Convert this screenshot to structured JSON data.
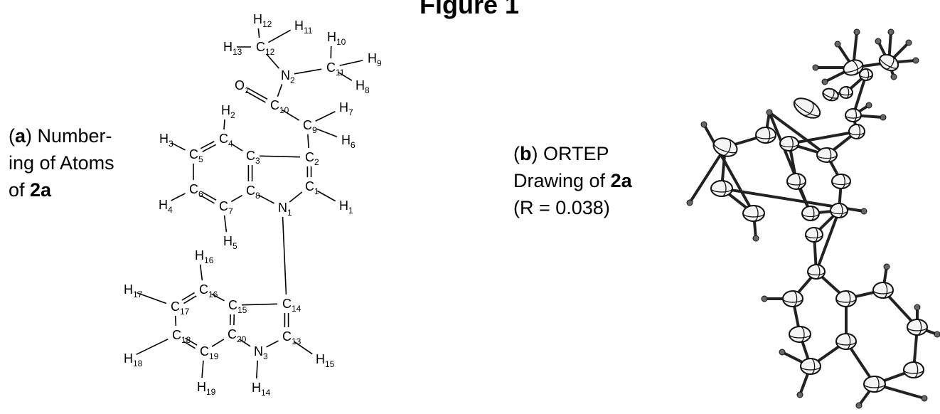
{
  "figure": {
    "title": "Figure 1"
  },
  "panel_a": {
    "letter": "a",
    "line1_rest": ") Number-",
    "line2": "ing of Atoms",
    "line3_pre": "of ",
    "compound": "2a"
  },
  "panel_b": {
    "letter": "b",
    "line1_rest": ") ORTEP",
    "line2_pre": "Drawing of ",
    "compound": "2a",
    "line3": "(R = 0.038)"
  },
  "atoms": [
    {
      "id": "H12",
      "sym": "H",
      "num": "12"
    },
    {
      "id": "H11",
      "sym": "H",
      "num": "11"
    },
    {
      "id": "H13",
      "sym": "H",
      "num": "13"
    },
    {
      "id": "C12",
      "sym": "C",
      "num": "12"
    },
    {
      "id": "H10",
      "sym": "H",
      "num": "10"
    },
    {
      "id": "H9",
      "sym": "H",
      "num": "9"
    },
    {
      "id": "N2",
      "sym": "N",
      "num": "2"
    },
    {
      "id": "C11",
      "sym": "C",
      "num": "11"
    },
    {
      "id": "H8",
      "sym": "H",
      "num": "8"
    },
    {
      "id": "O1",
      "sym": "O",
      "num": "1"
    },
    {
      "id": "C10",
      "sym": "C",
      "num": "10"
    },
    {
      "id": "H7",
      "sym": "H",
      "num": "7"
    },
    {
      "id": "H2",
      "sym": "H",
      "num": "2"
    },
    {
      "id": "C9",
      "sym": "C",
      "num": "9"
    },
    {
      "id": "H6",
      "sym": "H",
      "num": "6"
    },
    {
      "id": "H3",
      "sym": "H",
      "num": "3"
    },
    {
      "id": "C4",
      "sym": "C",
      "num": "4"
    },
    {
      "id": "C5",
      "sym": "C",
      "num": "5"
    },
    {
      "id": "C3",
      "sym": "C",
      "num": "3"
    },
    {
      "id": "C2",
      "sym": "C",
      "num": "2"
    },
    {
      "id": "C6",
      "sym": "C",
      "num": "6"
    },
    {
      "id": "C8",
      "sym": "C",
      "num": "8"
    },
    {
      "id": "C1",
      "sym": "C",
      "num": "1"
    },
    {
      "id": "H4",
      "sym": "H",
      "num": "4"
    },
    {
      "id": "C7",
      "sym": "C",
      "num": "7"
    },
    {
      "id": "N1",
      "sym": "N",
      "num": "1"
    },
    {
      "id": "H1",
      "sym": "H",
      "num": "1"
    },
    {
      "id": "H5",
      "sym": "H",
      "num": "5"
    },
    {
      "id": "H16",
      "sym": "H",
      "num": "16"
    },
    {
      "id": "H17",
      "sym": "H",
      "num": "17"
    },
    {
      "id": "C16",
      "sym": "C",
      "num": "16"
    },
    {
      "id": "C17",
      "sym": "C",
      "num": "17"
    },
    {
      "id": "C15",
      "sym": "C",
      "num": "15"
    },
    {
      "id": "C14",
      "sym": "C",
      "num": "14"
    },
    {
      "id": "C18",
      "sym": "C",
      "num": "18"
    },
    {
      "id": "C20",
      "sym": "C",
      "num": "20"
    },
    {
      "id": "C13",
      "sym": "C",
      "num": "13"
    },
    {
      "id": "H18",
      "sym": "H",
      "num": "18"
    },
    {
      "id": "C19",
      "sym": "C",
      "num": "19"
    },
    {
      "id": "N3",
      "sym": "N",
      "num": "3"
    },
    {
      "id": "H15",
      "sym": "H",
      "num": "15"
    },
    {
      "id": "H19",
      "sym": "H",
      "num": "19"
    },
    {
      "id": "H14",
      "sym": "H",
      "num": "14"
    }
  ]
}
